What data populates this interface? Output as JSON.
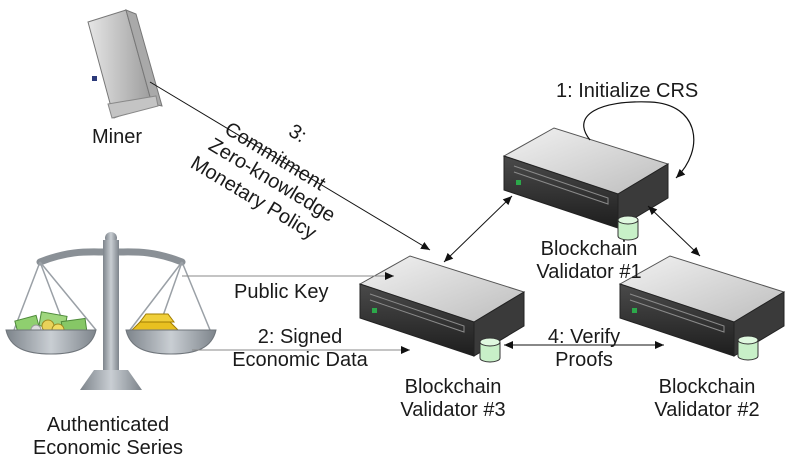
{
  "nodes": {
    "miner": {
      "label": "Miner"
    },
    "scale": {
      "label_line1": "Authenticated",
      "label_line2": "Economic Series"
    },
    "validator1": {
      "label_line1": "Blockchain",
      "label_line2": "Validator #1"
    },
    "validator2": {
      "label_line1": "Blockchain",
      "label_line2": "Validator #2"
    },
    "validator3": {
      "label_line1": "Blockchain",
      "label_line2": "Validator #3"
    }
  },
  "edges": {
    "init_crs": {
      "label": "1: Initialize CRS"
    },
    "signed_data": {
      "label_line1": "2: Signed",
      "label_line2": "Economic Data"
    },
    "public_key": {
      "label": "Public Key"
    },
    "commitment": {
      "line1": "3:",
      "line2": "Commitment",
      "line3": "Zero-knowledge",
      "line4": "Monetary Policy"
    },
    "verify": {
      "label_line1": "4: Verify",
      "label_line2": "Proofs"
    }
  },
  "colors": {
    "server_top": "#d8d8d8",
    "server_front": "#303030",
    "database": "#c8f0c8",
    "gold": "#e8c020",
    "scale_metal": "#9aa0a6"
  }
}
